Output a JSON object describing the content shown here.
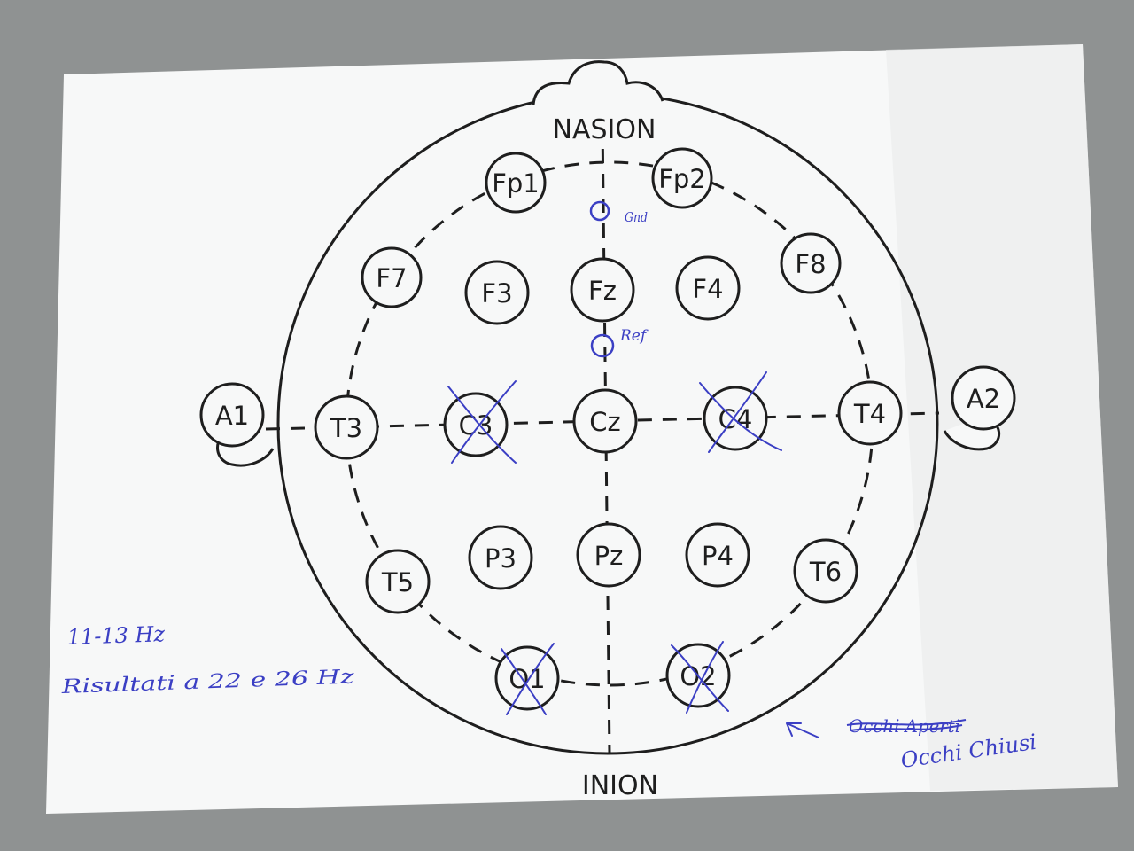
{
  "colors": {
    "background": "#8f9292",
    "paper": "#f7f8f8",
    "ink": "#1e1e1e",
    "pen": "#3b3fc4"
  },
  "landmarks": {
    "top": "NASION",
    "bottom": "INION"
  },
  "electrodes": {
    "Fp1": "Fp1",
    "Fp2": "Fp2",
    "F7": "F7",
    "F3": "F3",
    "Fz": "Fz",
    "F4": "F4",
    "F8": "F8",
    "A1": "A1",
    "T3": "T3",
    "C3": "C3",
    "Cz": "Cz",
    "C4": "C4",
    "T4": "T4",
    "A2": "A2",
    "T5": "T5",
    "P3": "P3",
    "Pz": "Pz",
    "P4": "P4",
    "T6": "T6",
    "O1": "O1",
    "O2": "O2"
  },
  "crossed_out": [
    "C3",
    "C4",
    "O1",
    "O2"
  ],
  "annotations": {
    "gnd_mark": "Gnd",
    "ref_mark": "Ref",
    "frequency_note": "11-13 Hz",
    "results_note": "Risultati a 22 e 26 Hz",
    "struck_word": "Occhi Aperti",
    "eyes_note": "Occhi Chiusi"
  }
}
